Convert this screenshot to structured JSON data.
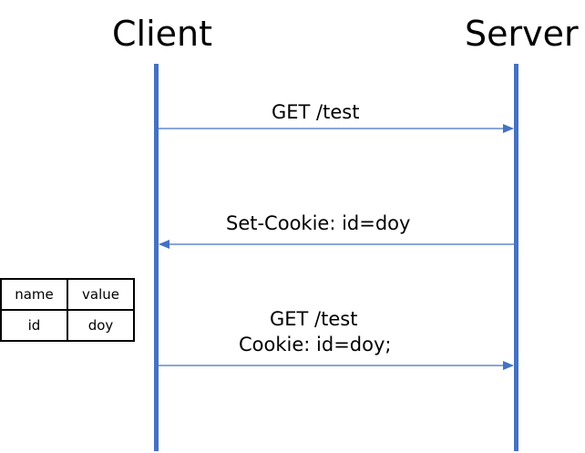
{
  "actors": {
    "client": "Client",
    "server": "Server"
  },
  "messages": [
    {
      "label": "GET /test",
      "direction": "client-to-server"
    },
    {
      "label": "Set-Cookie: id=doy",
      "direction": "server-to-client"
    },
    {
      "label_line1": "GET  /test",
      "label_line2": "Cookie: id=doy;",
      "direction": "client-to-server"
    }
  ],
  "cookie_table": {
    "headers": [
      "name",
      "value"
    ],
    "rows": [
      [
        "id",
        "doy"
      ]
    ]
  },
  "colors": {
    "lifeline": "#4472c4",
    "arrow": "#4472c4"
  }
}
